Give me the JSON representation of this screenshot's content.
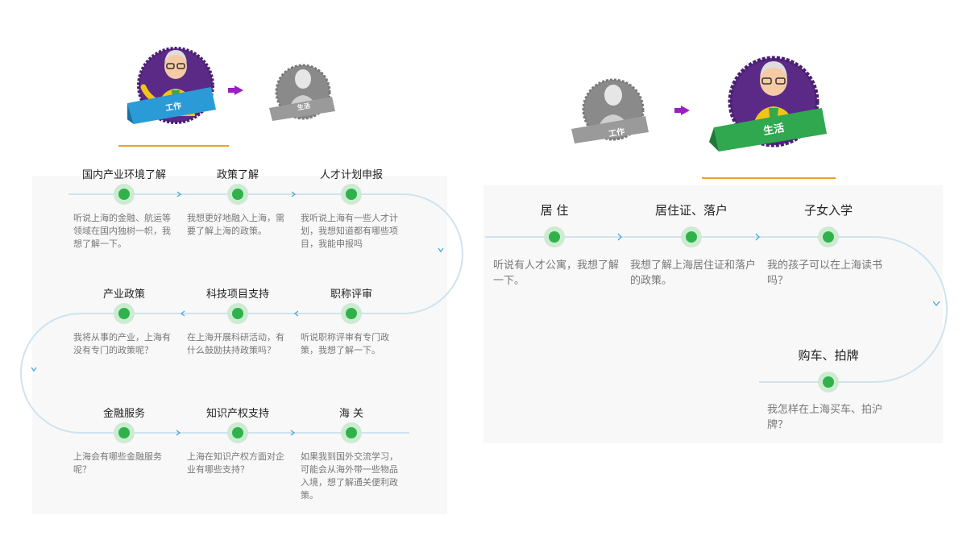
{
  "left": {
    "badge_active": "工作",
    "badge_inactive": "生活",
    "steps": [
      {
        "title": "国内产业环境了解",
        "desc": "听说上海的金融、航运等领域在国内独树一帜，我想了解一下。"
      },
      {
        "title": "政策了解",
        "desc": "我想更好地融入上海，需要了解上海的政策。"
      },
      {
        "title": "人才计划申报",
        "desc": "我听说上海有一些人才计划，我想知道都有哪些项目，我能申报吗"
      },
      {
        "title": "产业政策",
        "desc": "我将从事的产业，上海有没有专门的政策呢？"
      },
      {
        "title": "科技项目支持",
        "desc": "在上海开展科研活动，有什么鼓励扶持政策吗？"
      },
      {
        "title": "职称评审",
        "desc": "听说职称评审有专门政策，我想了解一下。"
      },
      {
        "title": "金融服务",
        "desc": "上海会有哪些金融服务呢？"
      },
      {
        "title": "知识产权支持",
        "desc": "上海在知识产权方面对企业有哪些支持？"
      },
      {
        "title": "海 关",
        "desc": "如果我到国外交流学习，可能会从海外带一些物品入境，想了解通关便利政策。"
      }
    ]
  },
  "right": {
    "badge_inactive": "工作",
    "badge_active": "生活",
    "steps": [
      {
        "title": "居 住",
        "desc": "听说有人才公寓，我想了解一下。"
      },
      {
        "title": "居住证、落户",
        "desc": "我想了解上海居住证和落户的政策。"
      },
      {
        "title": "子女入学",
        "desc": "我的孩子可以在上海读书吗？"
      },
      {
        "title": "购车、拍牌",
        "desc": "我怎样在上海买车、拍沪牌？"
      }
    ]
  },
  "colors": {
    "track": "#cfe3ef",
    "node_inner": "#2fb24a",
    "node_outer": "#cdebd2",
    "arrow": "#9b1fc2",
    "underline": "#e3a32f",
    "badge_work": "#2a9bd6",
    "badge_life": "#2fa84f",
    "seal": "#5b2a86"
  }
}
